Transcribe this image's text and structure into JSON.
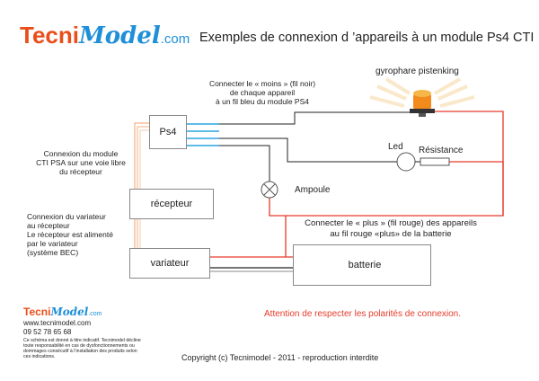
{
  "header": {
    "logo_part1": "Tecni",
    "logo_part2": "Model",
    "logo_part3": ".com",
    "title": "Exemples de connexion d ’appareils à un module Ps4 CTI"
  },
  "components": {
    "ps4": "Ps4",
    "recepteur": "récepteur",
    "variateur": "variateur",
    "batterie": "batterie",
    "led": "Led",
    "resistance": "Résistance",
    "ampoule": "Ampoule",
    "gyrophare": "gyrophare pistenking"
  },
  "notes": {
    "moins_1": "Connecter le « moins » (fil noir)",
    "moins_2": "de chaque appareil",
    "moins_3": "à un fil bleu du module PS4",
    "module_1": "Connexion du module",
    "module_2": "CTI PSA sur une voie libre",
    "module_3": "du récepteur",
    "var_1": "Connexion du variateur",
    "var_2": "au récepteur",
    "var_3": "Le récepteur est alimenté",
    "var_4": "par le variateur",
    "var_5": "(système BEC)",
    "plus_1": "Connecter le « plus » (fil rouge) des appareils",
    "plus_2": "au fil rouge «plus» de la batterie",
    "polarity": "Attention de respecter les polarités de connexion."
  },
  "footer": {
    "website": "www.tecnimodel.com",
    "phone": "09 52 78 65 68",
    "disclaimer_1": "Ce schéma est donné à titre indicatif. Tecnimodel décline",
    "disclaimer_2": "toute responsabilité en cas de dysfonctionnements ou",
    "disclaimer_3": "dommages consécutif à l’installation des produits selon",
    "disclaimer_4": "ces indications.",
    "copyright": "Copyright (c) Tecnimodel - 2011 - reproduction interdite"
  },
  "colors": {
    "accent_orange": "#e94e1b",
    "brand_blue": "#1f8fd8",
    "wire_red": "#e63a2a",
    "wire_blue": "#2aa6e0",
    "wire_black": "#222222"
  }
}
